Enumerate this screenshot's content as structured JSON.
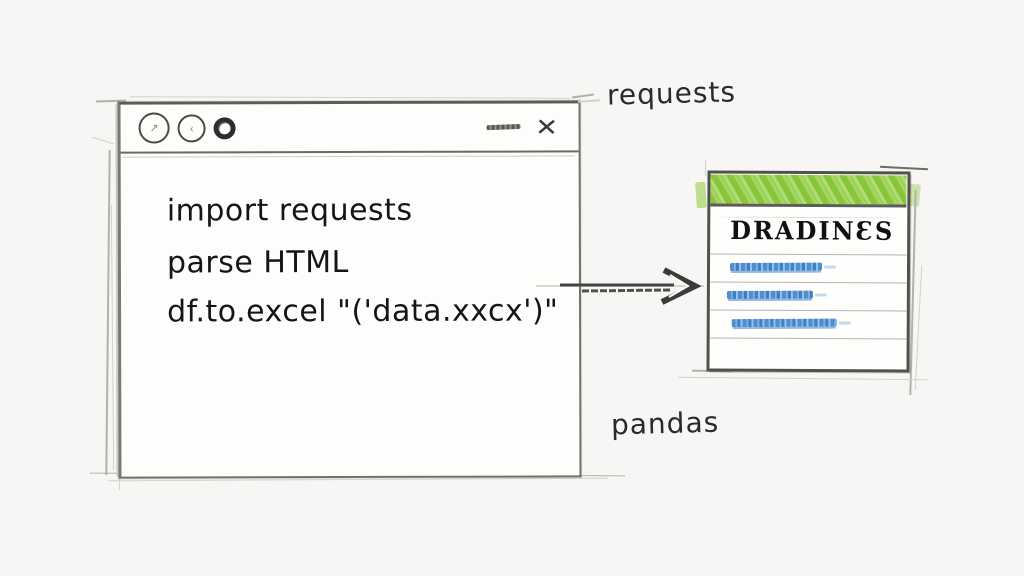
{
  "browser": {
    "titlebar": {
      "back_glyph": "↗",
      "forward_glyph": "‹",
      "close_glyph": "✕"
    },
    "code_lines": [
      "import requests",
      "parse HTML",
      "df.to.excel \"('data.xxcx')\""
    ]
  },
  "labels": {
    "requests": "requests",
    "pandas": "pandas"
  },
  "spreadsheet": {
    "title": "DRADINƐS",
    "data_rows": 3
  },
  "colors": {
    "header_green": "#8cc63e",
    "scribble_blue": "#4d8fd1",
    "ink": "#53514e"
  }
}
